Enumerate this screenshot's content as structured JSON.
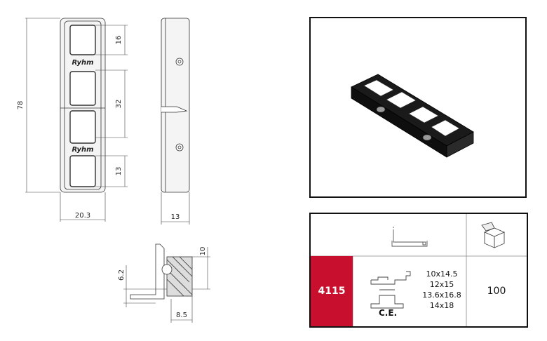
{
  "drawing": {
    "front_view": {
      "height_dim": "78",
      "width_dim": "20.3",
      "top_window_dim": "16",
      "middle_window_dim": "32",
      "bottom_window_dim": "13",
      "logo_text": "Ryhm"
    },
    "side_view": {
      "width_dim": "13"
    },
    "section_view": {
      "height_dim_right": "10",
      "height_dim_left": "6.2",
      "width_dim": "8.5"
    }
  },
  "spec_table": {
    "code": "4115",
    "profile_sizes": [
      "10x14.5",
      "12x15",
      "13.6x16.8",
      "14x18"
    ],
    "ce_label": "C.E.",
    "quantity": "100",
    "header_icons": [
      "profile-section-icon",
      "box-package-icon"
    ]
  },
  "colors": {
    "code_cell_bg": "#c8102e",
    "part_color": "#1a1a1a"
  }
}
